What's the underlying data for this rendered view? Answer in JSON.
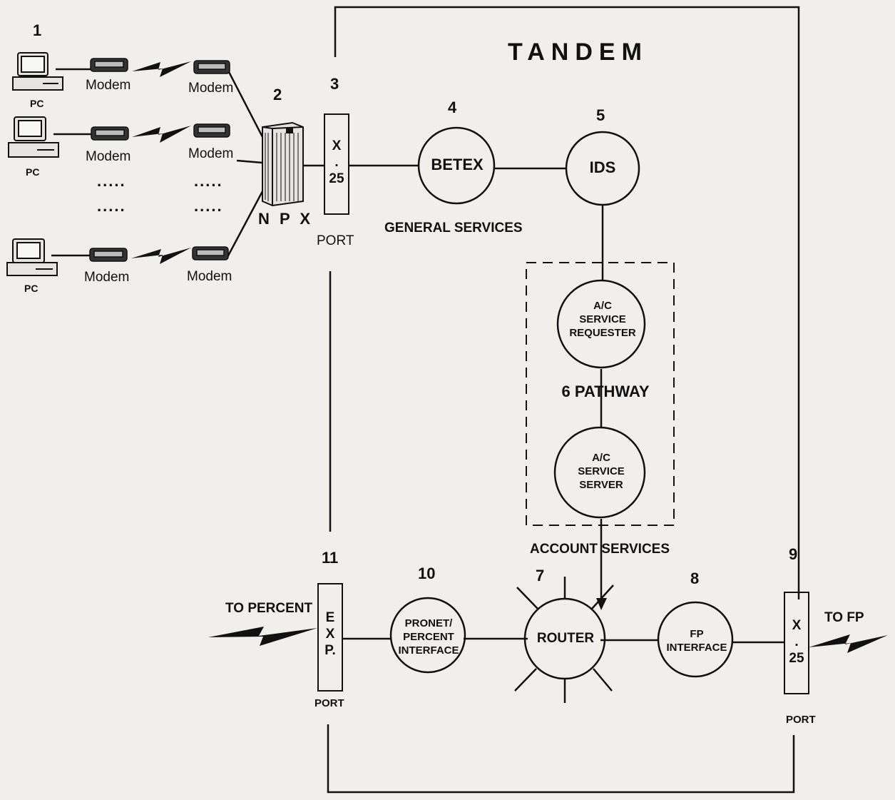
{
  "title": "TANDEM",
  "numbers": {
    "n1": "1",
    "n2": "2",
    "n3": "3",
    "n4": "4",
    "n5": "5",
    "n7": "7",
    "n8": "8",
    "n9": "9",
    "n10": "10",
    "n11": "11"
  },
  "modem_label": "Modem",
  "pc_label": "PC",
  "dots": ".....",
  "npx_label": "N P X",
  "x25": {
    "x": "X",
    "dot": ".",
    "n": "25"
  },
  "exp": {
    "e": "E",
    "x": "X",
    "p": "P."
  },
  "port_label": "PORT",
  "nodes": {
    "betex": "BETEX",
    "ids": "IDS",
    "requester": [
      "A/C",
      "SERVICE",
      "REQUESTER"
    ],
    "server": [
      "A/C",
      "SERVICE",
      "SERVER"
    ],
    "router": "ROUTER",
    "fp": [
      "FP",
      "INTERFACE"
    ],
    "pronet": [
      "PRONET/",
      "PERCENT",
      "INTERFACE"
    ]
  },
  "pathway_label": "6 PATHWAY",
  "general_services": "GENERAL SERVICES",
  "account_services": "ACCOUNT SERVICES",
  "to_percent": "TO PERCENT",
  "to_fp": "TO FP"
}
